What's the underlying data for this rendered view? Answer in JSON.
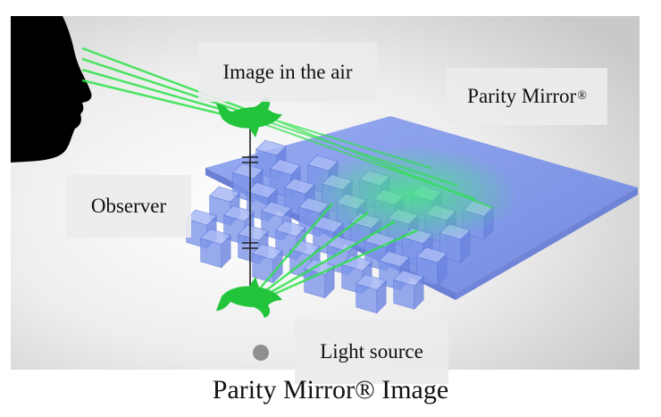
{
  "labels": {
    "image_in_air": "Image in the air",
    "parity_mirror": "Parity Mirror",
    "parity_mirror_mark": "®",
    "observer": "Observer",
    "light_source": "Light source"
  },
  "caption": "Parity Mirror® Image",
  "colors": {
    "beam": "#2ee24a",
    "dolphin": "#22c43c",
    "plate": "#6f86e6",
    "cube": "#7f9cee",
    "silhouette": "#000000",
    "background": "#dcdcdc",
    "label_box": "#ececec"
  },
  "icons": {
    "observer": "head-silhouette-icon",
    "floating_image": "dolphin-icon",
    "source_object": "dolphin-icon",
    "light_dot": "circle-icon"
  }
}
